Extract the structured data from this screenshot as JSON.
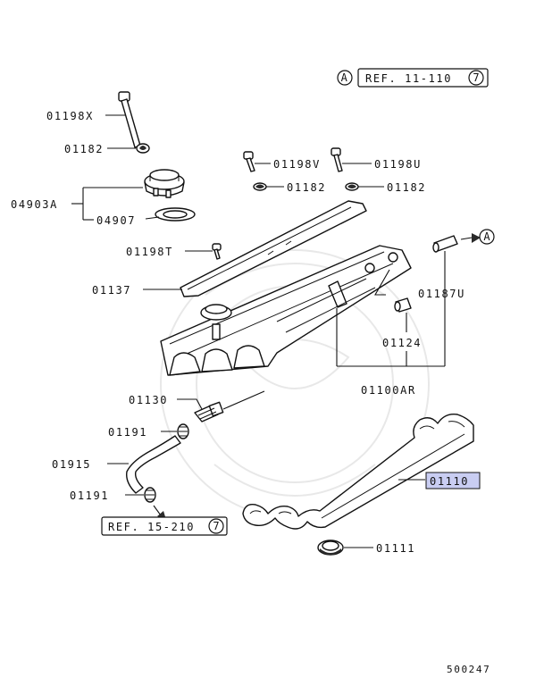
{
  "callouts": {
    "c01198X": "01198X",
    "c01182a": "01182",
    "c04903A": "04903A",
    "c04907": "04907",
    "c01198V": "01198V",
    "c01198U": "01198U",
    "c01182b": "01182",
    "c01182c": "01182",
    "c01198T": "01198T",
    "c01137": "01137",
    "c01187U": "01187U",
    "c01124": "01124",
    "c01100AR": "01100AR",
    "c01130": "01130",
    "c01191a": "01191",
    "c01915": "01915",
    "c01191b": "01191",
    "c01110": "01110",
    "c01111": "01111"
  },
  "refs": {
    "top": {
      "circle": "A",
      "text": "REF. 11-110",
      "page": "7"
    },
    "bottom": {
      "text": "REF. 15-210",
      "page": "7"
    },
    "arrow_marker": "A"
  },
  "diagram_id": "500247",
  "colors": {
    "highlight": "#c9cdf2",
    "ink": "#111111"
  }
}
